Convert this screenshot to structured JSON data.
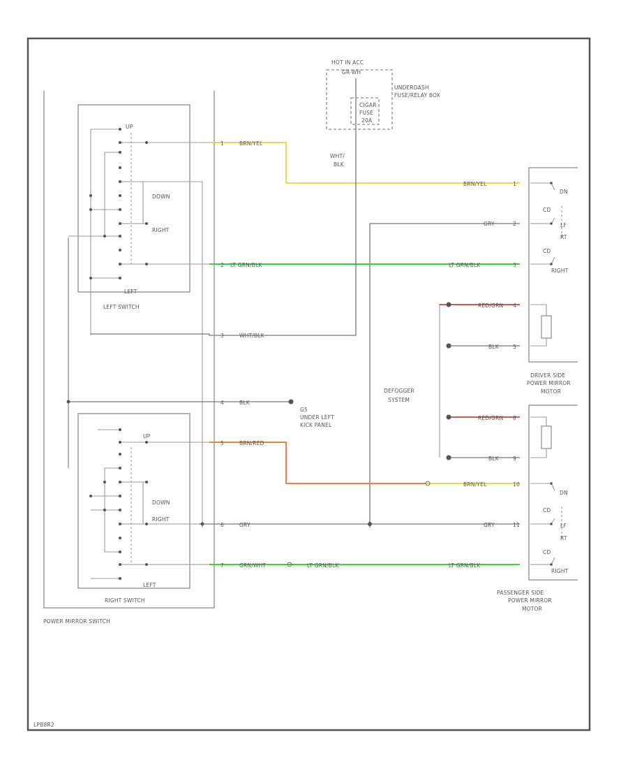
{
  "labels": {
    "hot_in_acc": "HOT IN ACC",
    "hot_in_acc_conn": "GR-WH",
    "underdash_box_1": "UNDERDASH",
    "underdash_box_2": "FUSE/RELAY BOX",
    "fuse_line1": "CIGAR",
    "fuse_line2": "FUSE",
    "fuse_line3": "20A",
    "wht_blk_1": "WHT/",
    "wht_blk_2": "BLK",
    "up_l": "UP",
    "down_l": "DOWN",
    "right_l": "RIGHT",
    "left_l": "LEFT",
    "left_switch": "LEFT SWITCH",
    "up_r": "UP",
    "down_r": "DOWN",
    "right_r": "RIGHT",
    "left_r": "LEFT",
    "right_switch": "RIGHT SWITCH",
    "power_mirror_switch": "POWER MIRROR SWITCH",
    "ground_1": "G5",
    "ground_2": "UNDER LEFT",
    "ground_3": "KICK PANEL",
    "defogger_1": "DEFOGGER",
    "defogger_2": "SYSTEM",
    "driver_1": "DRIVER SIDE",
    "driver_2": "POWER MIRROR",
    "driver_3": "MOTOR",
    "pass_1": "PASSENGER SIDE",
    "pass_2": "POWER MIRROR",
    "pass_3": "MOTOR",
    "dn_d": "DN",
    "lf_d": "LF",
    "rt_d": "RT",
    "right_d": "RIGHT",
    "dn_p": "DN",
    "lf_p": "LF",
    "rt_p": "RT",
    "right_p": "RIGHT",
    "cd_1": "CD",
    "cd_2": "CD",
    "cd_3": "CD",
    "cd_4": "CD",
    "figure_id": "LPB8R2"
  },
  "wires": {
    "brn_yel_top": "BRN/YEL",
    "brn_yel_driver": "BRN/YEL",
    "grn_driver": "GRY",
    "lt_grn_blk_l": "LT GRN/BLK",
    "lt_grn_blk_r": "LT GRN/BLK",
    "red_grn_1": "RED/GRN",
    "blk_1": "BLK",
    "wht_blk": "WHT/BLK",
    "blk_ground": "BLK",
    "red_grn_2": "RED/GRN",
    "blk_2": "BLK",
    "brn_red": "BRN/RED",
    "brn_yel_pass": "BRN/YEL",
    "gry_l": "GRY",
    "gry_r": "GRY",
    "grn_wht": "GRN/WHT",
    "lt_grn_blk_mid": "LT GRN/BLK",
    "lt_grn_blk_pass": "LT GRN/BLK"
  },
  "pins": {
    "p1": "1",
    "p2": "2",
    "p3": "3",
    "p4": "4",
    "p5": "5",
    "p6": "6",
    "p7": "7",
    "p8": "8",
    "p9": "9",
    "p10": "10",
    "p11": "11",
    "d1": "1",
    "d2": "2",
    "d3": "3",
    "d4": "4",
    "d5": "5"
  },
  "colors": {
    "yellow_wire": "#e6d94a",
    "green_wire": "#3ecf3e",
    "orange_wire": "#e8844a",
    "red_wire": "#c0443a",
    "line": "#777777",
    "frame": "#555555"
  }
}
